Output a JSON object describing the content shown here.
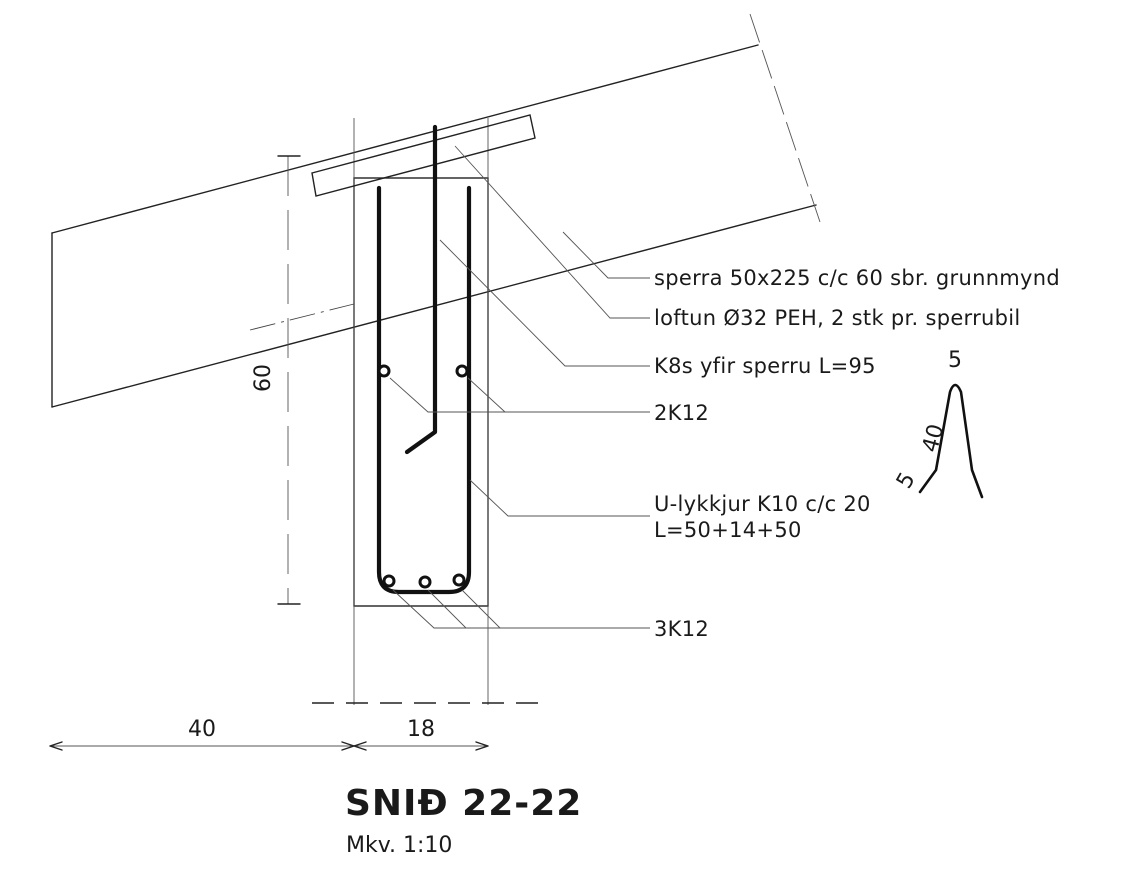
{
  "section": {
    "title": "SNIÐ 22-22",
    "scale": "Mkv. 1:10"
  },
  "labels": {
    "rafter": "sperra 50x225 c/c 60 sbr. grunnmynd",
    "vent": "loftun Ø32 PEH, 2 stk pr. sperrubil",
    "tie_bar": "K8s yfir sperru L=95",
    "top_bars": "2K12",
    "stirrups_line1": "U-lykkjur K10 c/c 20",
    "stirrups_line2": "L=50+14+50",
    "bottom_bars": "3K12"
  },
  "dimensions": {
    "height": "60",
    "left_width": "40",
    "beam_width": "18"
  },
  "bend_detail": {
    "top": "5",
    "leg": "40",
    "foot": "5"
  }
}
